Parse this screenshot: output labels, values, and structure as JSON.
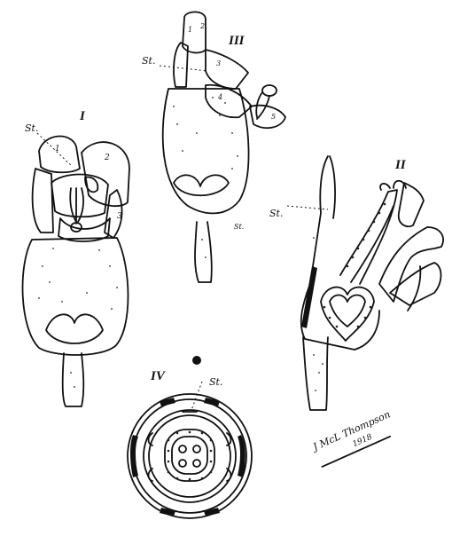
{
  "figures": [
    {
      "numeral": "I",
      "label_st": "St.",
      "petals": [
        "1",
        "2",
        "3"
      ]
    },
    {
      "numeral": "III",
      "label_st": "St.",
      "petals": [
        "1",
        "2",
        "3",
        "4",
        "5"
      ],
      "stalk_label": "St."
    },
    {
      "numeral": "II",
      "label_st": "St."
    },
    {
      "numeral": "IV",
      "label_st": "St."
    }
  ],
  "signature": {
    "name": "J McL Thompson",
    "year": "1918"
  }
}
